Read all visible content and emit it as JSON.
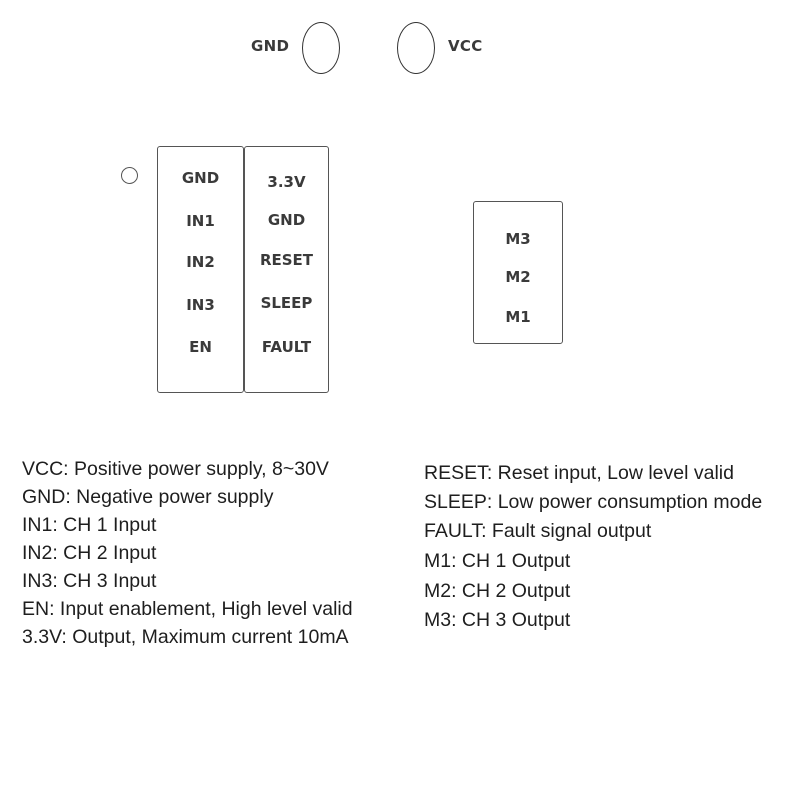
{
  "power_pads": {
    "gnd_label": "GND",
    "vcc_label": "VCC"
  },
  "control_header": {
    "left_column": [
      "GND",
      "IN1",
      "IN2",
      "IN3",
      "EN"
    ],
    "right_column": [
      "3.3V",
      "GND",
      "RESET",
      "SLEEP",
      "FAULT"
    ]
  },
  "output_header": {
    "pins": [
      "M3",
      "M2",
      "M1"
    ]
  },
  "legend": {
    "left": [
      "VCC: Positive power supply, 8~30V",
      "GND: Negative power supply",
      "IN1: CH 1 Input",
      "IN2: CH 2 Input",
      "IN3: CH 3 Input",
      "EN: Input enablement, High level valid",
      "3.3V: Output, Maximum current 10mA"
    ],
    "right": [
      "RESET: Reset input, Low level valid",
      "SLEEP: Low power consumption mode",
      "FAULT: Fault signal output",
      "M1: CH 1 Output",
      "M2: CH 2 Output",
      "M3: CH 3 Output"
    ]
  }
}
